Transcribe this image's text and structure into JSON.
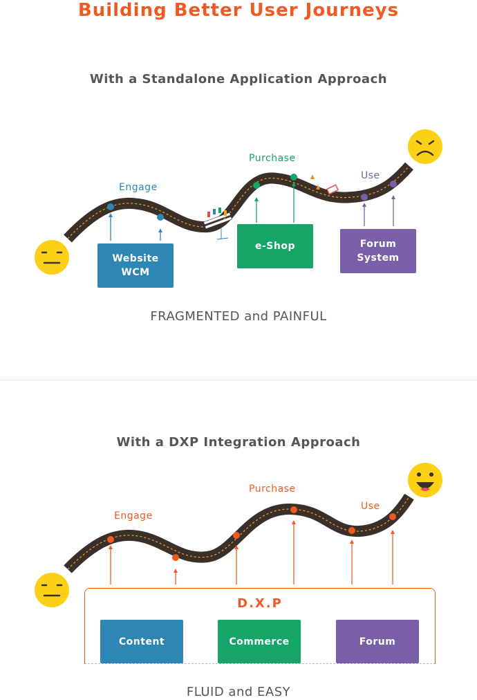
{
  "header": {
    "title": "Building Better User Journeys"
  },
  "top": {
    "subtitle": "With a Standalone Application Approach",
    "stages": {
      "engage": "Engage",
      "purchase": "Purchase",
      "use": "Use"
    },
    "apps": {
      "website_line1": "Website",
      "website_line2": "WCM",
      "eshop": "e-Shop",
      "forum_line1": "Forum",
      "forum_line2": "System"
    },
    "caption": "FRAGMENTED and PAINFUL",
    "colors": {
      "engage": "#2e86b4",
      "purchase": "#16a566",
      "use": "#7a5fa8"
    }
  },
  "bottom": {
    "subtitle": "With a DXP Integration Approach",
    "stages": {
      "engage": "Engage",
      "purchase": "Purchase",
      "use": "Use"
    },
    "dxp_label": "D.X.P",
    "modules": {
      "content": "Content",
      "commerce": "Commerce",
      "forum": "Forum"
    },
    "caption": "FLUID and EASY",
    "colors": {
      "accent": "#ef5a23"
    }
  },
  "icons": [
    "neutral-face-icon",
    "sad-face-icon",
    "happy-face-icon",
    "roadblock-icon",
    "traffic-cone-icon"
  ]
}
